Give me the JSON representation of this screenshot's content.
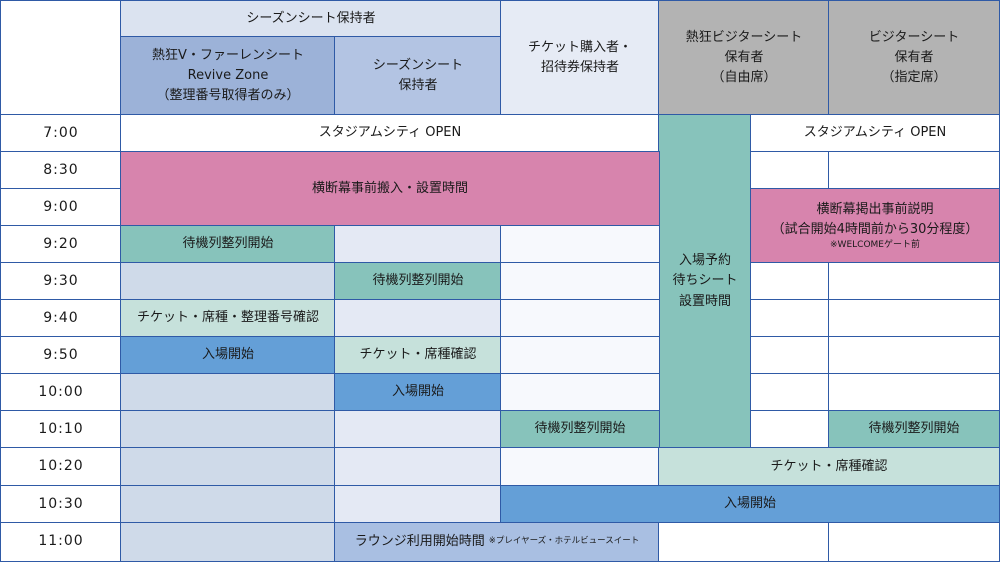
{
  "colors": {
    "border": "#2f5aa6",
    "header_light": "#dbe3f0",
    "header_mid": "#9cb2d8",
    "header_mid2": "#b3c4e3",
    "header_pale": "#e6ebf5",
    "header_gray": "#b3b3b3",
    "pink": "#d784ad",
    "teal": "#87c3bb",
    "teal_light": "#c6e1db",
    "blue": "#649fd7",
    "slate_light": "#cfdae9",
    "pale": "#e4e9f4",
    "white": "#ffffff",
    "lounge": "#a9bfe2"
  },
  "header": {
    "season_group": "シーズンシート保持者",
    "col1_line1": "熱狂V・ファーレンシート",
    "col1_line2": "Revive Zone",
    "col1_line3": "（整理番号取得者のみ）",
    "col2_line1": "シーズンシート",
    "col2_line2": "保持者",
    "col3_line1": "チケット購入者・",
    "col3_line2": "招待券保持者",
    "col4_line1": "熱狂ビジターシート",
    "col4_line2": "保有者",
    "col4_line3": "（自由席）",
    "col5_line1": "ビジターシート",
    "col5_line2": "保有者",
    "col5_line3": "（指定席）"
  },
  "times": [
    "7:00",
    "8:30",
    "9:00",
    "9:20",
    "9:30",
    "9:40",
    "9:50",
    "10:00",
    "10:10",
    "10:20",
    "10:30",
    "11:00"
  ],
  "events": {
    "stadium_open_home": "スタジアムシティ OPEN",
    "stadium_open_visitor": "スタジアムシティ OPEN",
    "banner_setup": "横断幕事前搬入・設置時間",
    "reserve_line1": "入場予約",
    "reserve_line2": "待ちシート",
    "reserve_line3": "設置時間",
    "banner_brief_line1": "横断幕掲出事前説明",
    "banner_brief_line2": "（試合開始4時間前から30分程度）",
    "banner_brief_note": "※WELCOMEゲート前",
    "queue_col1": "待機列整列開始",
    "queue_col2": "待機列整列開始",
    "queue_col3": "待機列整列開始",
    "queue_col5": "待機列整列開始",
    "check_col1": "チケット・席種・整理番号確認",
    "check_col2": "チケット・席種確認",
    "check_visitor": "チケット・席種確認",
    "entry_col1": "入場開始",
    "entry_col2": "入場開始",
    "entry_rest": "入場開始",
    "lounge": "ラウンジ利用開始時間",
    "lounge_note": "※プレイヤーズ・ホテルビュースイート"
  }
}
